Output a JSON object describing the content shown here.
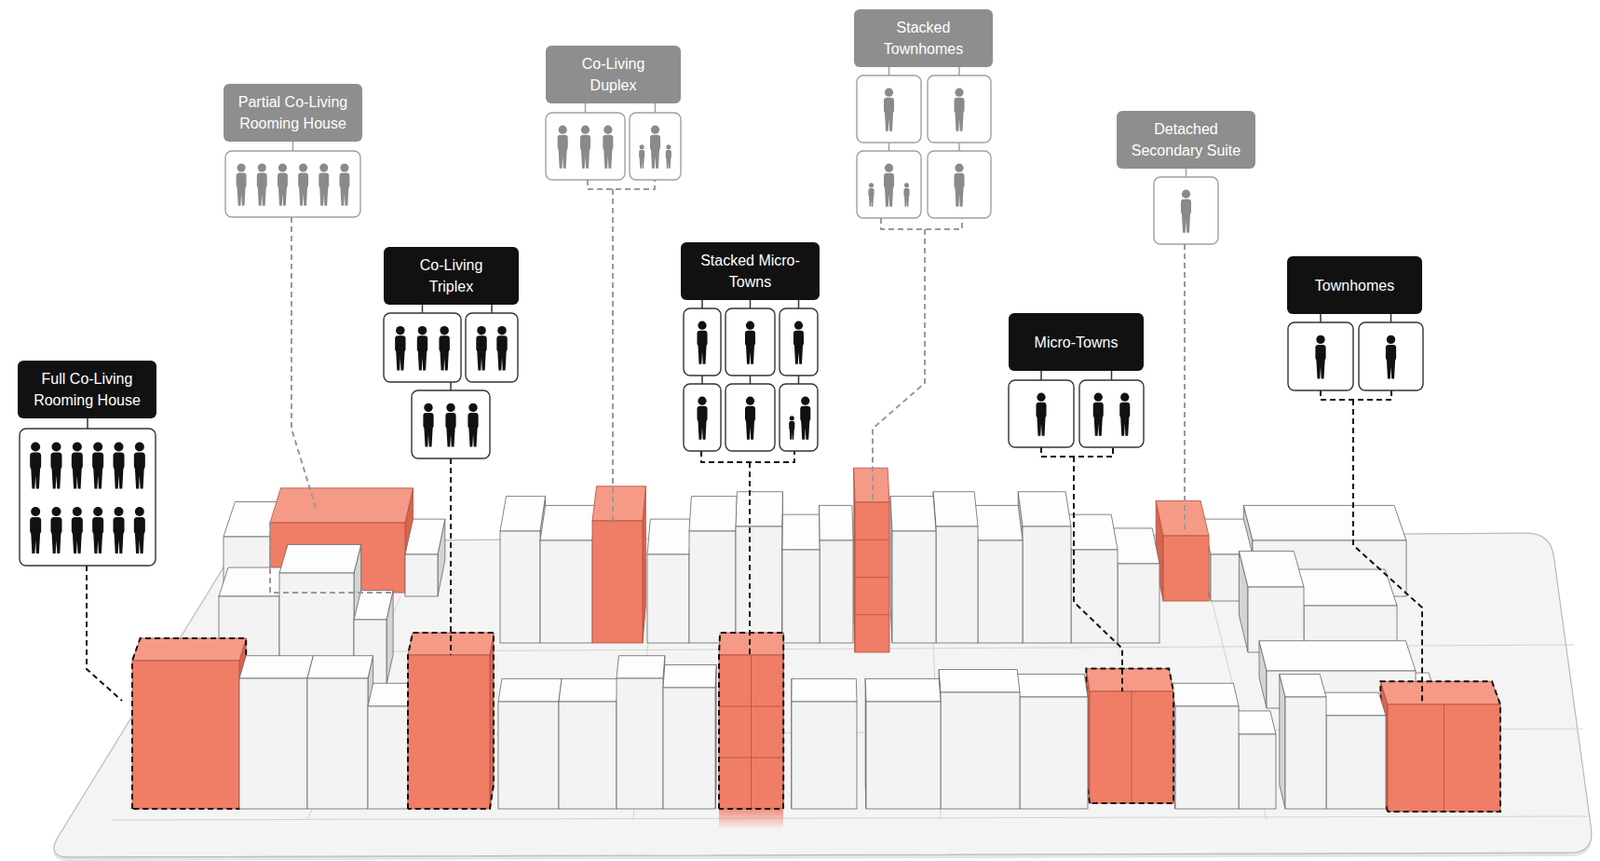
{
  "diagram": {
    "nodes": [
      {
        "text": [
          "Full Co-Living Rooming House"
        ]
      },
      {
        "text": [
          "Partial Co-Living Rooming House"
        ]
      },
      {
        "text": [
          "Co-Living Triplex"
        ]
      },
      {
        "text": [
          "Co-Living Duplex"
        ]
      },
      {
        "text": [
          "Stacked Micro-Towns"
        ]
      },
      {
        "text": [
          "Stacked Townhomes"
        ]
      },
      {
        "text": [
          "Micro-Towns"
        ]
      },
      {
        "text": [
          "Detached Secondary Suite"
        ]
      },
      {
        "text": [
          "Townhomes"
        ]
      }
    ]
  }
}
